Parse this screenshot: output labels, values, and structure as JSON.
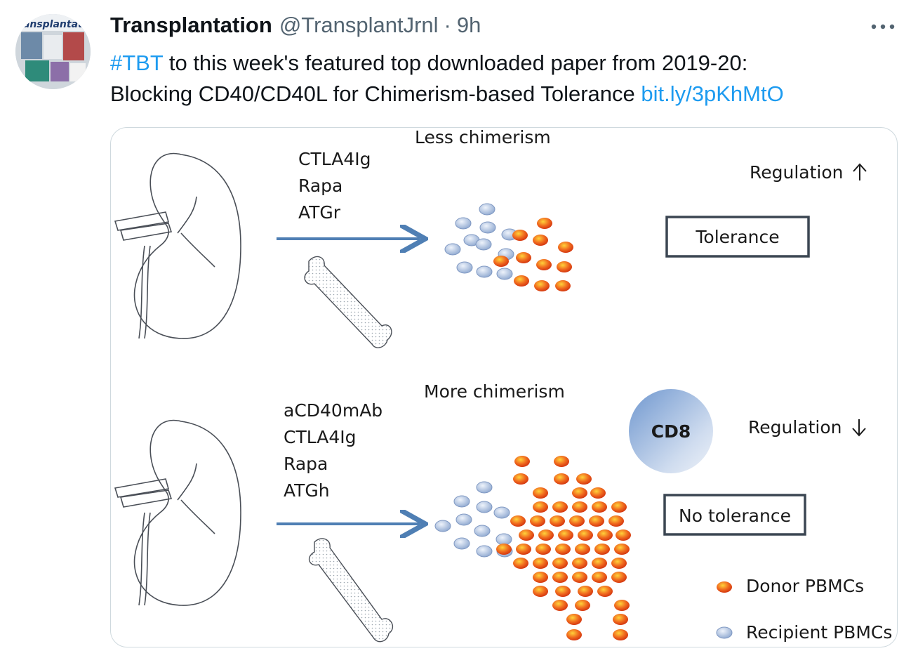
{
  "tweet": {
    "author_name": "Transplantation",
    "handle": "@TransplantJrnl",
    "separator": "·",
    "time": "9h",
    "avatar_text": "ransplantation",
    "text_hashtag": "#TBT",
    "text_line1_rest": " to this week's featured top downloaded paper from 2019-20:",
    "text_line2": "Blocking CD40/CD40L for Chimerism-based Tolerance ",
    "link": "bit.ly/3pKhMtO"
  },
  "figure": {
    "top": {
      "heading": "Less chimerism",
      "drugs": [
        "CTLA4Ig",
        "Rapa",
        "ATGr"
      ],
      "regulation": "Regulation",
      "outcome": "Tolerance"
    },
    "bottom": {
      "heading": "More chimerism",
      "drugs": [
        "aCD40mAb",
        "CTLA4Ig",
        "Rapa",
        "ATGh"
      ],
      "regulation": "Regulation",
      "cell_label": "CD8",
      "outcome": "No tolerance"
    },
    "legend": {
      "donor": "Donor PBMCs",
      "recipient": "Recipient PBMCs"
    },
    "colors": {
      "arrow": "#4f7fb4",
      "donor_cell": "#e8441a",
      "recipient_cell": "#a9bfe0"
    }
  }
}
